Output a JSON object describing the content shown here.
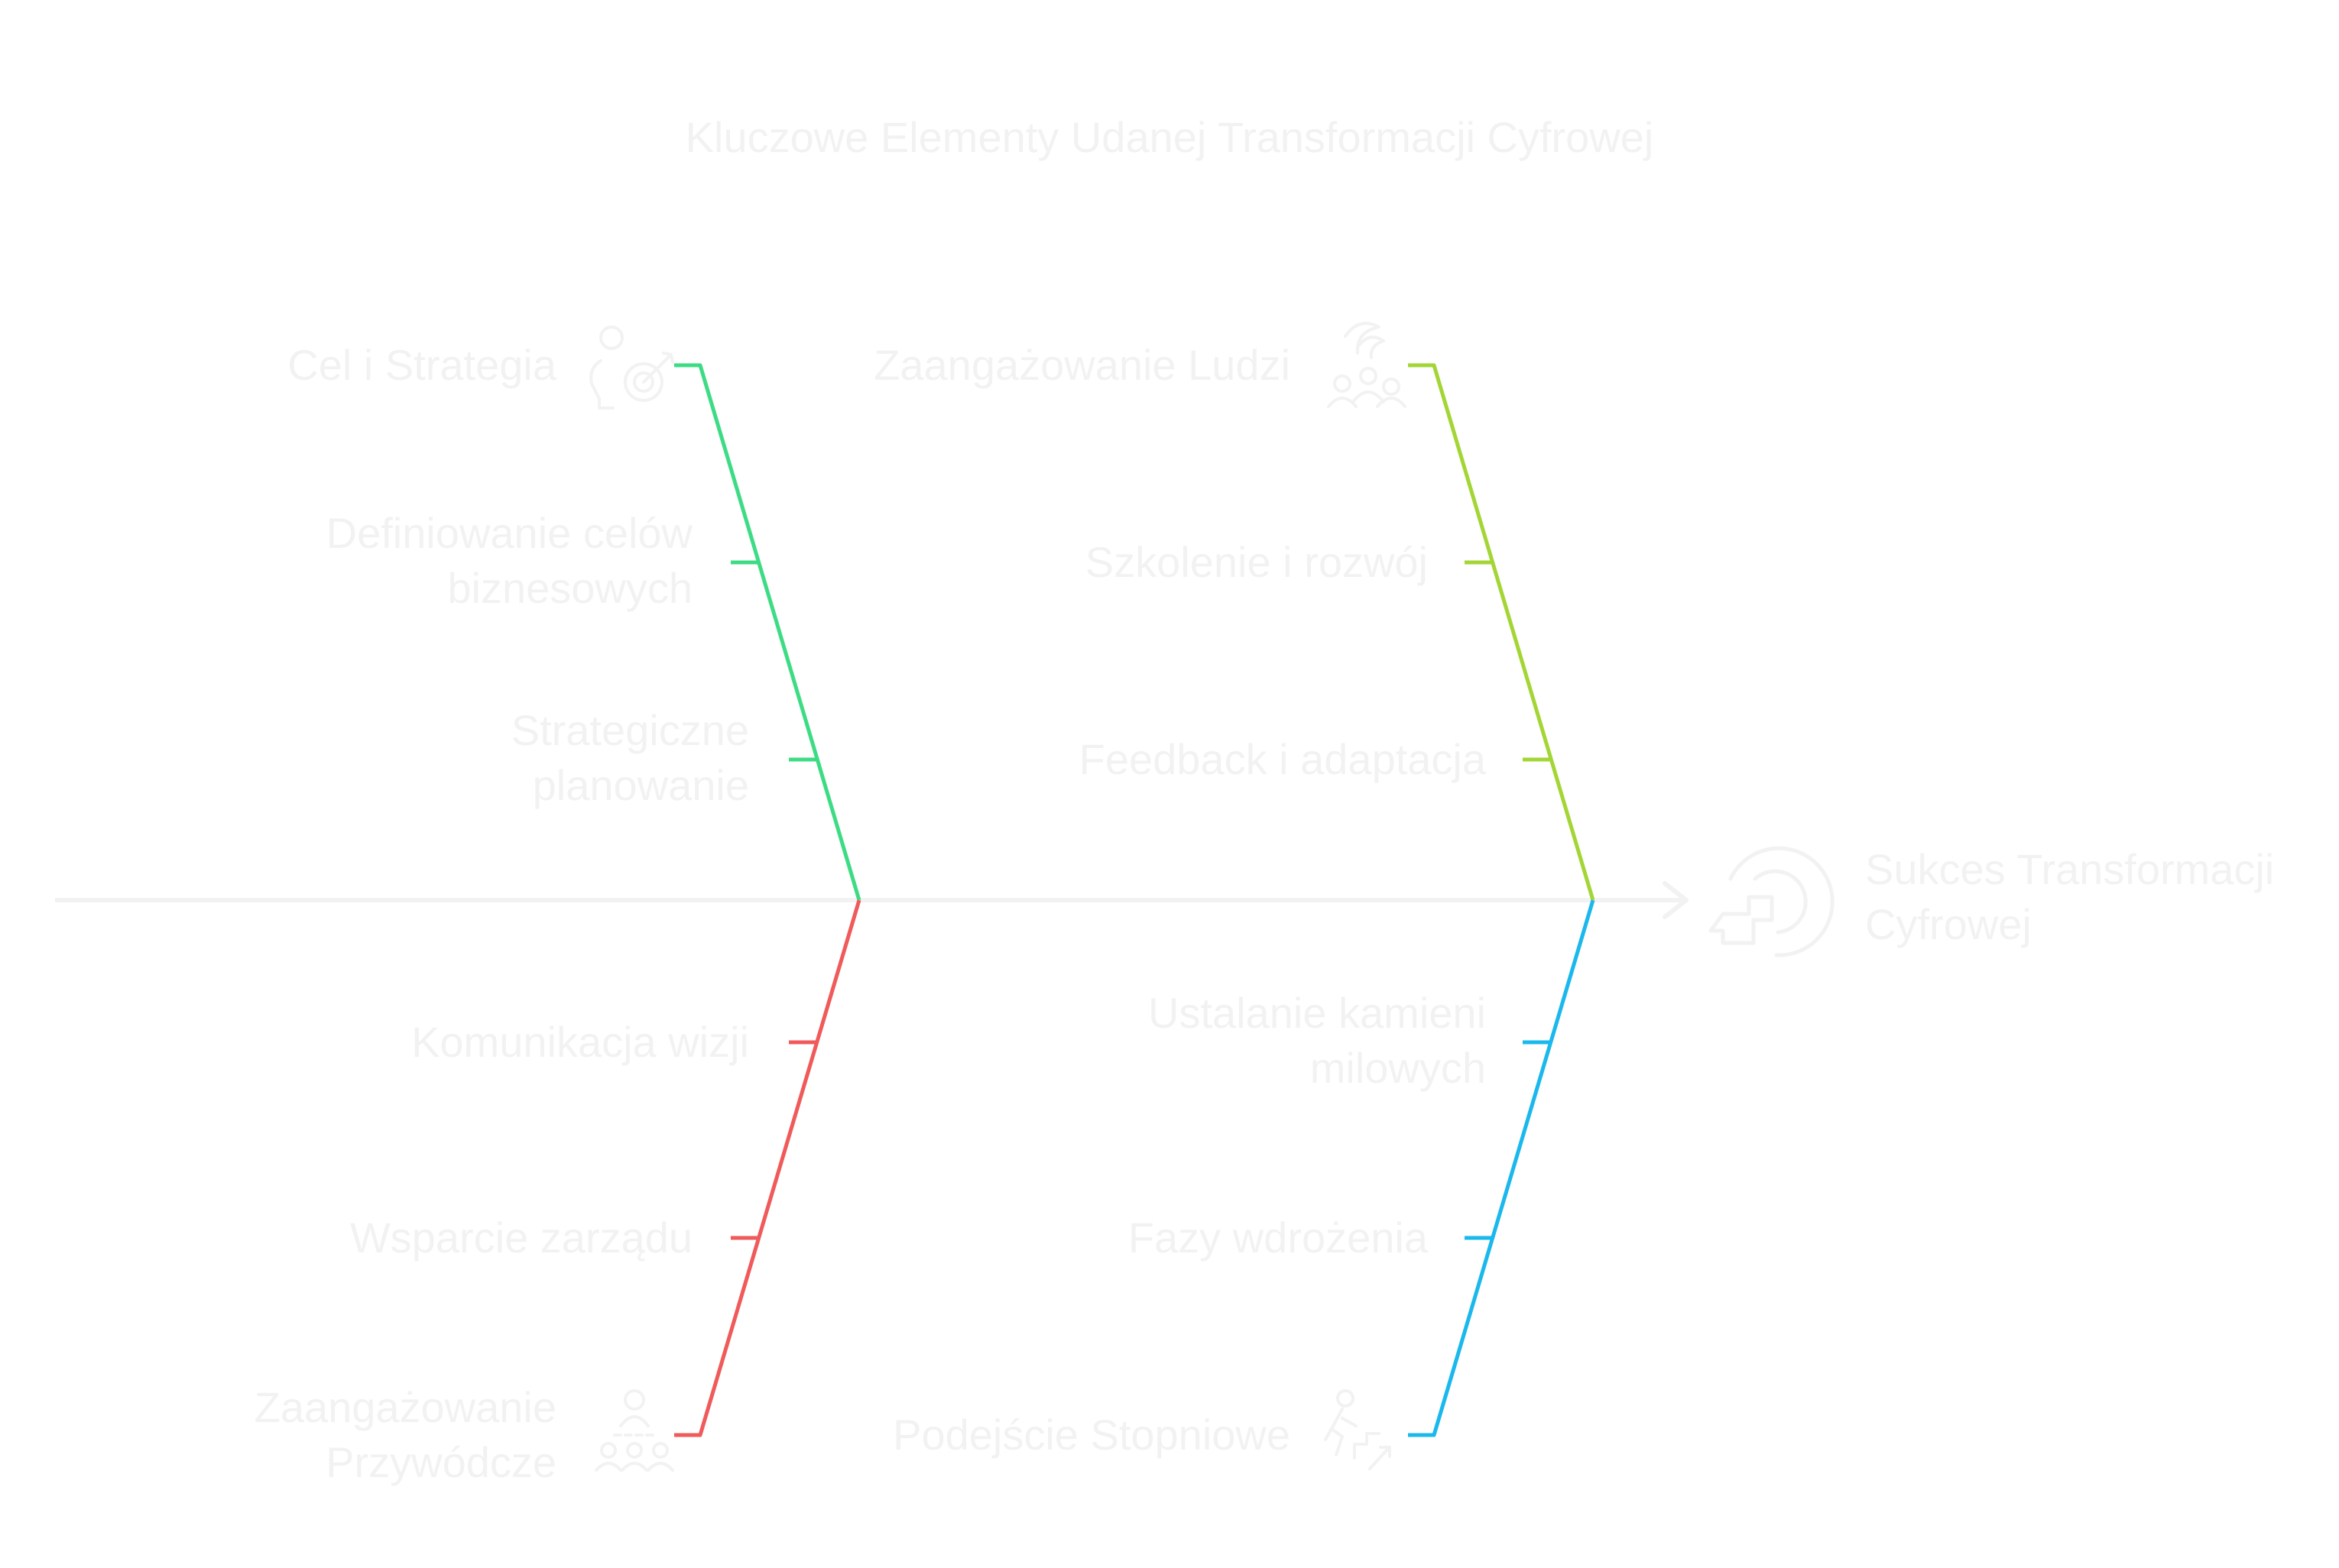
{
  "title": "Kluczowe Elementy Udanej Transformacji Cyfrowej",
  "colors": {
    "label": "#f2f2f2",
    "spine": "#f2f2f2",
    "branch_strategy": "#3ddc84",
    "branch_people": "#a3d635",
    "branch_leadership": "#f05a5a",
    "branch_approach": "#1ab8ec"
  },
  "outcome": {
    "label_line1": "Sukces Transformacji",
    "label_line2": "Cyfrowej",
    "icon": "target-puzzle-icon"
  },
  "branches": {
    "strategy": {
      "title": "Cel i Strategia",
      "icon": "target-person-icon",
      "items": {
        "a_line1": "Definiowanie celów",
        "a_line2": "biznesowych",
        "b_line1": "Strategiczne",
        "b_line2": "planowanie"
      }
    },
    "people": {
      "title": "Zaangażowanie Ludzi",
      "icon": "team-icon",
      "items": {
        "a": "Szkolenie i rozwój",
        "b": "Feedback i adaptacja"
      }
    },
    "leadership": {
      "title_line1": "Zaangażowanie",
      "title_line2": "Przywódcze",
      "icon": "leader-group-icon",
      "items": {
        "a": "Komunikacja wizji",
        "b": "Wsparcie zarządu"
      }
    },
    "approach": {
      "title": "Podejście Stopniowe",
      "icon": "climbing-steps-icon",
      "items": {
        "a_line1": "Ustalanie kamieni",
        "a_line2": "milowych",
        "b": "Fazy wdrożenia"
      }
    }
  }
}
